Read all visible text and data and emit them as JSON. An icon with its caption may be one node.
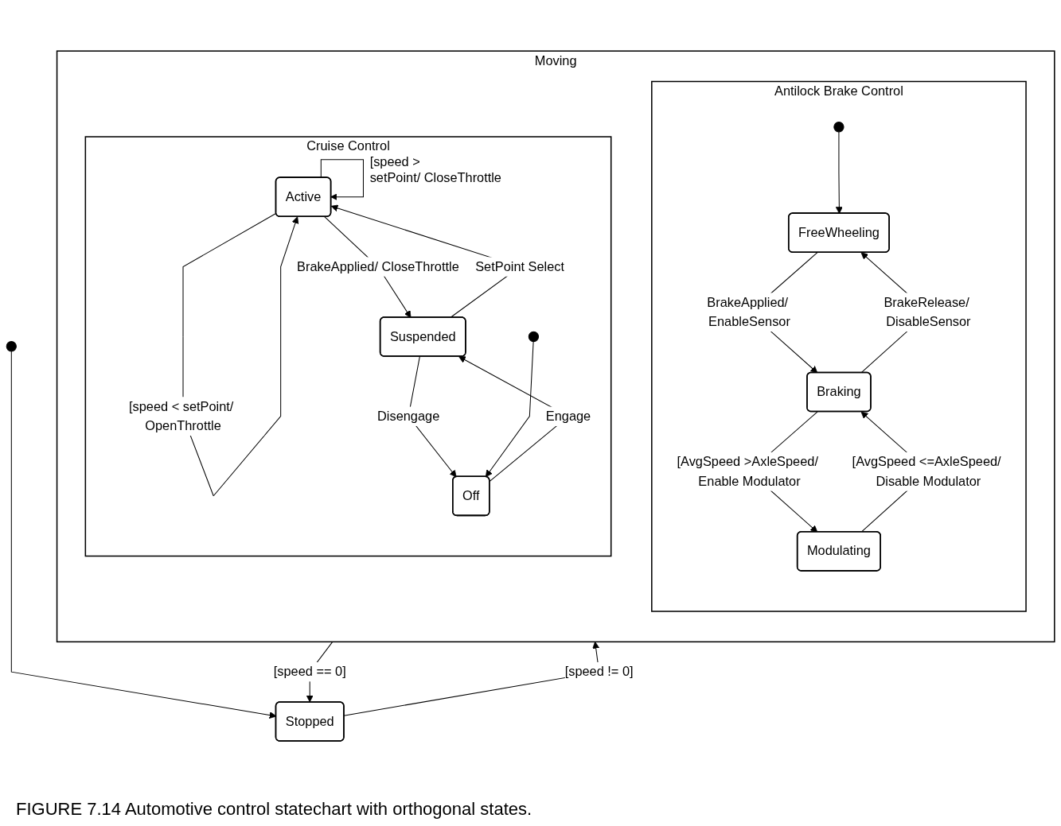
{
  "diagram": {
    "caption": "FIGURE 7.14 Automotive control statechart with orthogonal states.",
    "nodes": [
      {
        "text": [
          "Moving"
        ]
      },
      {
        "text": [
          "Antilock Brake Control"
        ],
        "in": 0
      },
      {
        "text": [
          "FreeWheeling"
        ],
        "in": 1
      },
      {
        "text": [
          "Braking"
        ],
        "in": 1
      },
      {
        "text": [
          "Modulating"
        ],
        "in": 1
      },
      {
        "text": [],
        "shape": "circle",
        "in": 1
      },
      {
        "text": [
          "Cruise Control"
        ],
        "in": 0
      },
      {
        "text": [
          "Active"
        ],
        "in": 6
      },
      {
        "text": [
          "Suspended"
        ],
        "in": 6
      },
      {
        "text": [
          "Off"
        ],
        "in": 6
      },
      {
        "text": [],
        "shape": "circle",
        "in": 6
      },
      {
        "text": [
          "Stopped"
        ]
      },
      {
        "text": [],
        "shape": "circle"
      }
    ],
    "edges": [
      {
        "from": 5,
        "to": 2,
        "arrow": "to"
      },
      {
        "from": 2,
        "to": 3,
        "arrow": "to",
        "label": "BrakeApplied/ EnableSensor"
      },
      {
        "from": 3,
        "to": 2,
        "arrow": "to",
        "label": "BrakeRelease/ DisableSensor"
      },
      {
        "from": 3,
        "to": 4,
        "arrow": "to",
        "label": "[AvgSpeed >AxleSpeed/ Enable Modulator"
      },
      {
        "from": 4,
        "to": 3,
        "arrow": "to",
        "label": "[AvgSpeed <=AxleSpeed/ Disable Modulator"
      },
      {
        "from": 7,
        "to": 7,
        "arrow": "to",
        "label": "[speed < setPoint/ OpenThrottle"
      },
      {
        "from": 7,
        "to": 7,
        "arrow": "to",
        "label": "[speed > setPoint/ CloseThrottle"
      },
      {
        "from": 7,
        "to": 8,
        "arrow": "to",
        "label": "BrakeApplied/ CloseThrottle"
      },
      {
        "from": 8,
        "to": 7,
        "arrow": "to",
        "label": "SetPoint Select"
      },
      {
        "from": 8,
        "to": 9,
        "arrow": "to",
        "label": "Disengage"
      },
      {
        "from": 9,
        "to": 8,
        "arrow": "to",
        "label": "Engage"
      },
      {
        "from": 10,
        "to": 9,
        "arrow": "to"
      },
      {
        "from": 0,
        "to": 11,
        "arrow": "to",
        "label": "[speed == 0]"
      },
      {
        "from": 11,
        "to": 0,
        "arrow": "to",
        "label": "[speed != 0]"
      },
      {
        "from": 12,
        "to": 11,
        "arrow": "to"
      }
    ]
  }
}
